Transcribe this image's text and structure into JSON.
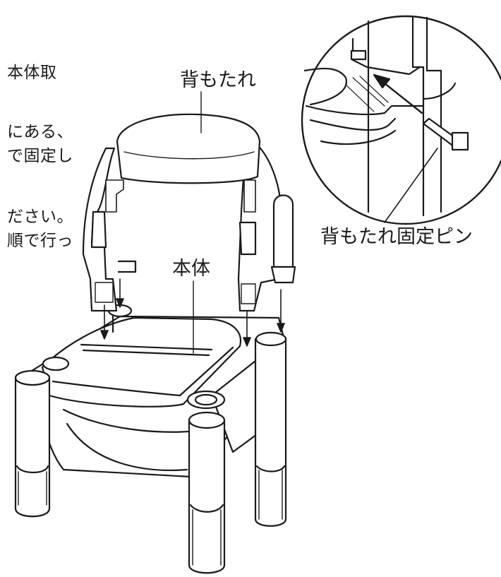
{
  "text_fragments": {
    "line1": "本体取",
    "line2": "にある、",
    "line3": "で固定し",
    "line4": "ださい。",
    "line5": "順で行っ"
  },
  "labels": {
    "backrest": "背もたれ",
    "body": "本体",
    "backrest_pin": "背もたれ固定ピン"
  },
  "colors": {
    "line": "#1a1a1a",
    "fill": "#ffffff",
    "shade": "#e6e6e6"
  }
}
